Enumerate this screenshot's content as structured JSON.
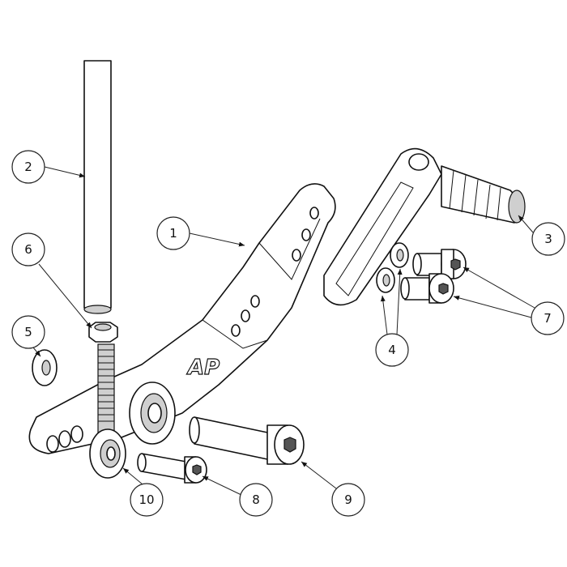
{
  "diagram": {
    "logo_text": "AP",
    "callouts": [
      {
        "id": "1",
        "label": "1"
      },
      {
        "id": "2",
        "label": "2"
      },
      {
        "id": "3",
        "label": "3"
      },
      {
        "id": "4",
        "label": "4"
      },
      {
        "id": "5",
        "label": "5"
      },
      {
        "id": "6",
        "label": "6"
      },
      {
        "id": "7",
        "label": "7"
      },
      {
        "id": "8",
        "label": "8"
      },
      {
        "id": "9",
        "label": "9"
      },
      {
        "id": "10",
        "label": "10"
      }
    ]
  }
}
